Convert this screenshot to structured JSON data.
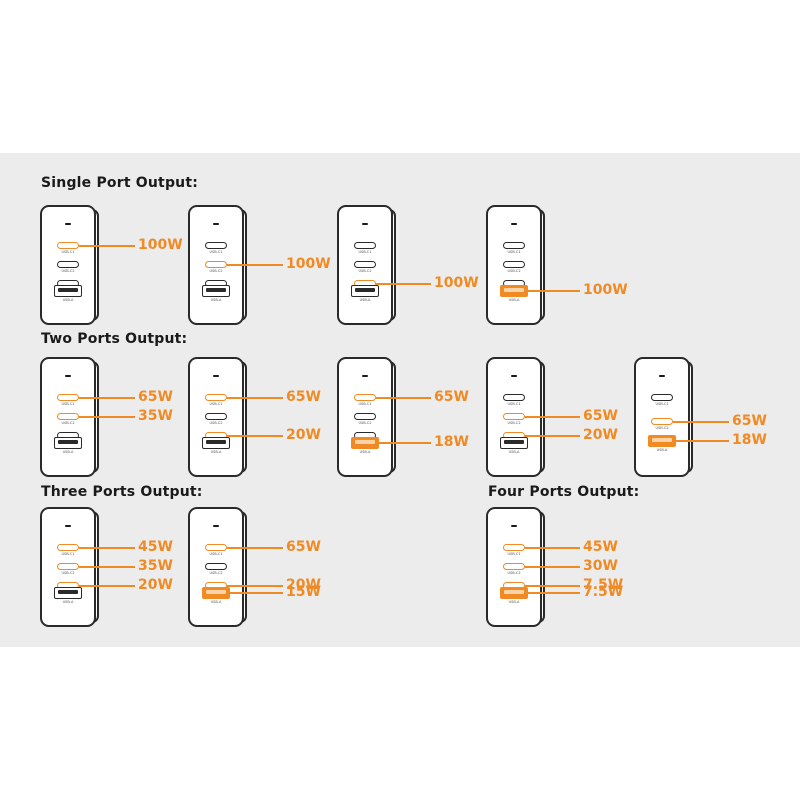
{
  "accent_color": "#f08a24",
  "port_labels": {
    "c1": "USB-C1",
    "c2": "USB-C2",
    "c3": "USB-C3",
    "a": "USB-A"
  },
  "sections": [
    {
      "title": "Single Port Output:",
      "configs": [
        {
          "ports": [
            "c1",
            "c2",
            "c3",
            "a"
          ],
          "active": [
            {
              "port": "c1",
              "watt": "100W"
            }
          ]
        },
        {
          "ports": [
            "c1",
            "c2",
            "c3",
            "a"
          ],
          "active": [
            {
              "port": "c2",
              "watt": "100W"
            }
          ]
        },
        {
          "ports": [
            "c1",
            "c2",
            "c3",
            "a"
          ],
          "active": [
            {
              "port": "c3",
              "watt": "100W"
            }
          ]
        },
        {
          "ports": [
            "c1",
            "c2",
            "c3",
            "a"
          ],
          "active": [
            {
              "port": "a",
              "watt": "100W"
            }
          ]
        }
      ]
    },
    {
      "title": "Two Ports Output:",
      "configs": [
        {
          "ports": [
            "c1",
            "c2",
            "c3",
            "a"
          ],
          "active": [
            {
              "port": "c1",
              "watt": "65W"
            },
            {
              "port": "c2",
              "watt": "35W"
            }
          ]
        },
        {
          "ports": [
            "c1",
            "c2",
            "c3",
            "a"
          ],
          "active": [
            {
              "port": "c1",
              "watt": "65W"
            },
            {
              "port": "c3",
              "watt": "20W"
            }
          ]
        },
        {
          "ports": [
            "c1",
            "c2",
            "c3",
            "a"
          ],
          "active": [
            {
              "port": "c1",
              "watt": "65W"
            },
            {
              "port": "a",
              "watt": "18W"
            }
          ]
        },
        {
          "ports": [
            "c1",
            "c2",
            "c3",
            "a"
          ],
          "active": [
            {
              "port": "c2",
              "watt": "65W"
            },
            {
              "port": "c3",
              "watt": "20W"
            }
          ]
        },
        {
          "ports": [
            "c1",
            "c2",
            "a"
          ],
          "active": [
            {
              "port": "c2",
              "watt": "65W"
            },
            {
              "port": "a",
              "watt": "18W"
            }
          ]
        }
      ]
    },
    {
      "title": "Three Ports Output:",
      "configs": [
        {
          "ports": [
            "c1",
            "c2",
            "c3",
            "a"
          ],
          "active": [
            {
              "port": "c1",
              "watt": "45W"
            },
            {
              "port": "c2",
              "watt": "35W"
            },
            {
              "port": "c3",
              "watt": "20W"
            }
          ]
        },
        {
          "ports": [
            "c1",
            "c2",
            "c3",
            "a"
          ],
          "active": [
            {
              "port": "c1",
              "watt": "65W"
            },
            {
              "port": "c3",
              "watt": "20W"
            },
            {
              "port": "a",
              "watt": "15W"
            }
          ]
        }
      ]
    },
    {
      "title": "Four Ports Output:",
      "configs": [
        {
          "ports": [
            "c1",
            "c2",
            "c3",
            "a"
          ],
          "active": [
            {
              "port": "c1",
              "watt": "45W"
            },
            {
              "port": "c2",
              "watt": "30W"
            },
            {
              "port": "c3",
              "watt": "7.5W"
            },
            {
              "port": "a",
              "watt": "7.5W"
            }
          ]
        }
      ]
    }
  ]
}
